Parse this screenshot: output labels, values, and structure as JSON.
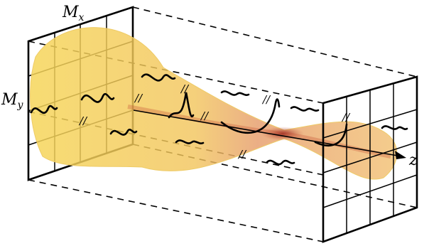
{
  "labels": {
    "mx_main": "M",
    "mx_sub": "x",
    "my_main": "M",
    "my_sub": "y",
    "z_axis": "z",
    "tick_mark": "//"
  },
  "colors": {
    "beam_fill": "#f7d35a",
    "beam_core": "#c95a3a",
    "focus": "#8a1a1a",
    "line": "#000000"
  }
}
